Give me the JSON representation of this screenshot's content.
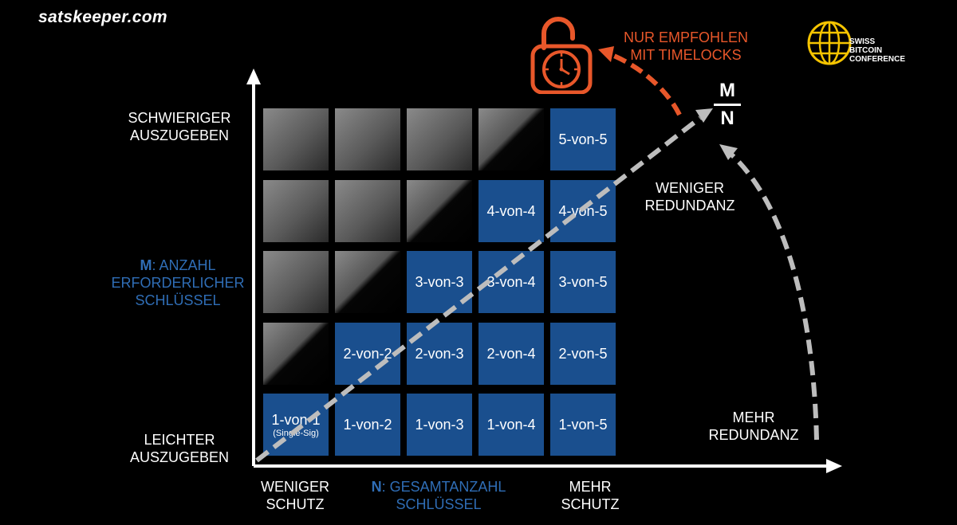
{
  "brand": "satskeeper.com",
  "logo": {
    "line1": "SWISS",
    "line2": "BITCOIN",
    "line3": "CONFERENCE",
    "icon": "globe-icon",
    "color": "#f5c400"
  },
  "y_axis": {
    "top_label": [
      "SCHWIERIGER",
      "AUSZUGEBEN"
    ],
    "bottom_label": [
      "LEICHTER",
      "AUSZUGEBEN"
    ],
    "m_key": "M",
    "m_label": [
      ": ANZAHL",
      "ERFORDERLICHER",
      "SCHLÜSSEL"
    ]
  },
  "x_axis": {
    "left_label": [
      "WENIGER",
      "SCHUTZ"
    ],
    "right_label": [
      "MEHR",
      "SCHUTZ"
    ],
    "n_key": "N",
    "n_label": [
      ": GESAMTANZAHL",
      "SCHLÜSSEL"
    ]
  },
  "timelock": {
    "lines": [
      "NUR EMPFOHLEN",
      "MIT TIMELOCKS"
    ],
    "icon": "padlock-clock-icon",
    "color": "#e8572a"
  },
  "fraction": {
    "top": "M",
    "bottom": "N"
  },
  "redundancy": {
    "less": [
      "WENIGER",
      "REDUNDANZ"
    ],
    "more": [
      "MEHR",
      "REDUNDANZ"
    ]
  },
  "grid": {
    "rows": [
      {
        "m": 5,
        "cells": [
          "",
          "",
          "",
          "",
          "5-von-5"
        ]
      },
      {
        "m": 4,
        "cells": [
          "",
          "",
          "",
          "4-von-4",
          "4-von-5"
        ]
      },
      {
        "m": 3,
        "cells": [
          "",
          "",
          "3-von-3",
          "3-von-4",
          "3-von-5"
        ]
      },
      {
        "m": 2,
        "cells": [
          "",
          "2-von-2",
          "2-von-3",
          "2-von-4",
          "2-von-5"
        ]
      },
      {
        "m": 1,
        "cells": [
          "1-von-1",
          "1-von-2",
          "1-von-3",
          "1-von-4",
          "1-von-5"
        ]
      }
    ],
    "single_sig_note": "(Single-Sig)"
  },
  "colors": {
    "blue_cell": "#1a4f8e",
    "blue_text": "#2f6db5",
    "orange": "#e8572a",
    "grey_arrow": "#bdbdbd"
  }
}
